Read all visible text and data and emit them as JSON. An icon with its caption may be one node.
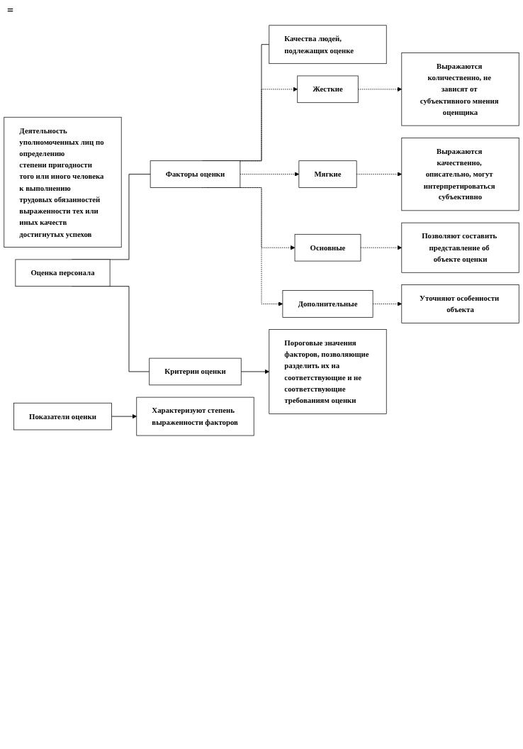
{
  "diagram": {
    "nodes": [
      {
        "text": [
          "Оценка персонала"
        ]
      },
      {
        "text": [
          "Деятельность уполномоченных лиц по определению",
          "степени пригодности того или иного человека к выполнению трудовых обязанностей",
          "выраженности тех или иных качеств",
          "достигнутых успехов"
        ]
      },
      {
        "text": [
          "Факторы оценки"
        ]
      },
      {
        "text": [
          "Качества людей, подлежащих оценке"
        ]
      },
      {
        "text": [
          "Жесткие"
        ]
      },
      {
        "text": [
          "Мягкие"
        ]
      },
      {
        "text": [
          "Основные"
        ]
      },
      {
        "text": [
          "Дополнительные"
        ]
      },
      {
        "text": [
          "Выражаются количественно, не зависят от субъективного мнения оценщика"
        ]
      },
      {
        "text": [
          "Выражаются качественно, описательно, могут интерпретироваться субъективно"
        ]
      },
      {
        "text": [
          "Позволяют составить представление об объекте оценки"
        ]
      },
      {
        "text": [
          "Уточняют особенности объекта"
        ]
      },
      {
        "text": [
          "Показатели оценки"
        ]
      },
      {
        "text": [
          "Характеризуют степень выраженности факторов"
        ]
      },
      {
        "text": [
          "Критерии оценки"
        ]
      },
      {
        "text": [
          "Пороговые значения факторов, позволяющие разделить их на соответствующие и не соответствующие требованиям оценки"
        ]
      }
    ],
    "edges": [
      {
        "from": 0,
        "to": 2,
        "arrow": "none"
      },
      {
        "from": 0,
        "to": 14,
        "arrow": "none"
      },
      {
        "from": 2,
        "to": 3,
        "arrow": "none"
      },
      {
        "from": 2,
        "to": 4,
        "arrow": "to",
        "style": "dashed"
      },
      {
        "from": 2,
        "to": 5,
        "arrow": "to",
        "style": "dashed"
      },
      {
        "from": 2,
        "to": 6,
        "arrow": "to",
        "style": "dashed"
      },
      {
        "from": 2,
        "to": 7,
        "arrow": "to",
        "style": "dashed"
      },
      {
        "from": 4,
        "to": 8,
        "arrow": "to",
        "style": "dashed"
      },
      {
        "from": 5,
        "to": 9,
        "arrow": "to",
        "style": "dashed"
      },
      {
        "from": 6,
        "to": 10,
        "arrow": "to",
        "style": "dashed"
      },
      {
        "from": 7,
        "to": 11,
        "arrow": "to",
        "style": "dashed"
      },
      {
        "from": 12,
        "to": 13,
        "arrow": "to"
      },
      {
        "from": 14,
        "to": 15,
        "arrow": "to"
      }
    ],
    "labels": [
      "="
    ]
  }
}
